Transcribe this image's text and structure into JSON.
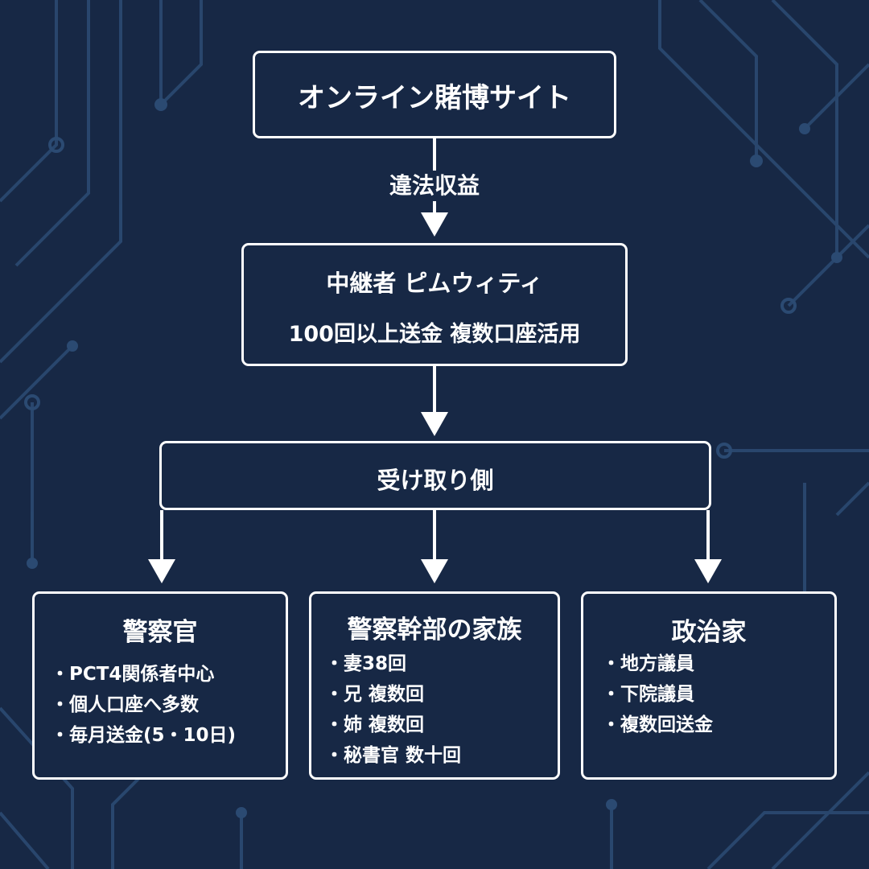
{
  "nodes": {
    "source": {
      "title": "オンライン賭博サイト"
    },
    "edge_label": "違法収益",
    "relay": {
      "line1": "中継者 ピムウィティ",
      "line2": "100回以上送金 複数口座活用"
    },
    "receivers": {
      "title": "受け取り側"
    },
    "police": {
      "title": "警察官",
      "items": [
        "PCT4関係者中心",
        "個人口座へ多数",
        "毎月送金(5・10日)"
      ]
    },
    "family": {
      "title": "警察幹部の家族",
      "items": [
        "妻38回",
        "兄 複数回",
        "姉 複数回",
        "秘書官 数十回"
      ]
    },
    "politicians": {
      "title": "政治家",
      "items": [
        "地方議員",
        "下院議員",
        "複数回送金"
      ]
    }
  },
  "colors": {
    "background": "#172845",
    "foreground": "#ffffff",
    "circuit": "#2b4a72"
  }
}
